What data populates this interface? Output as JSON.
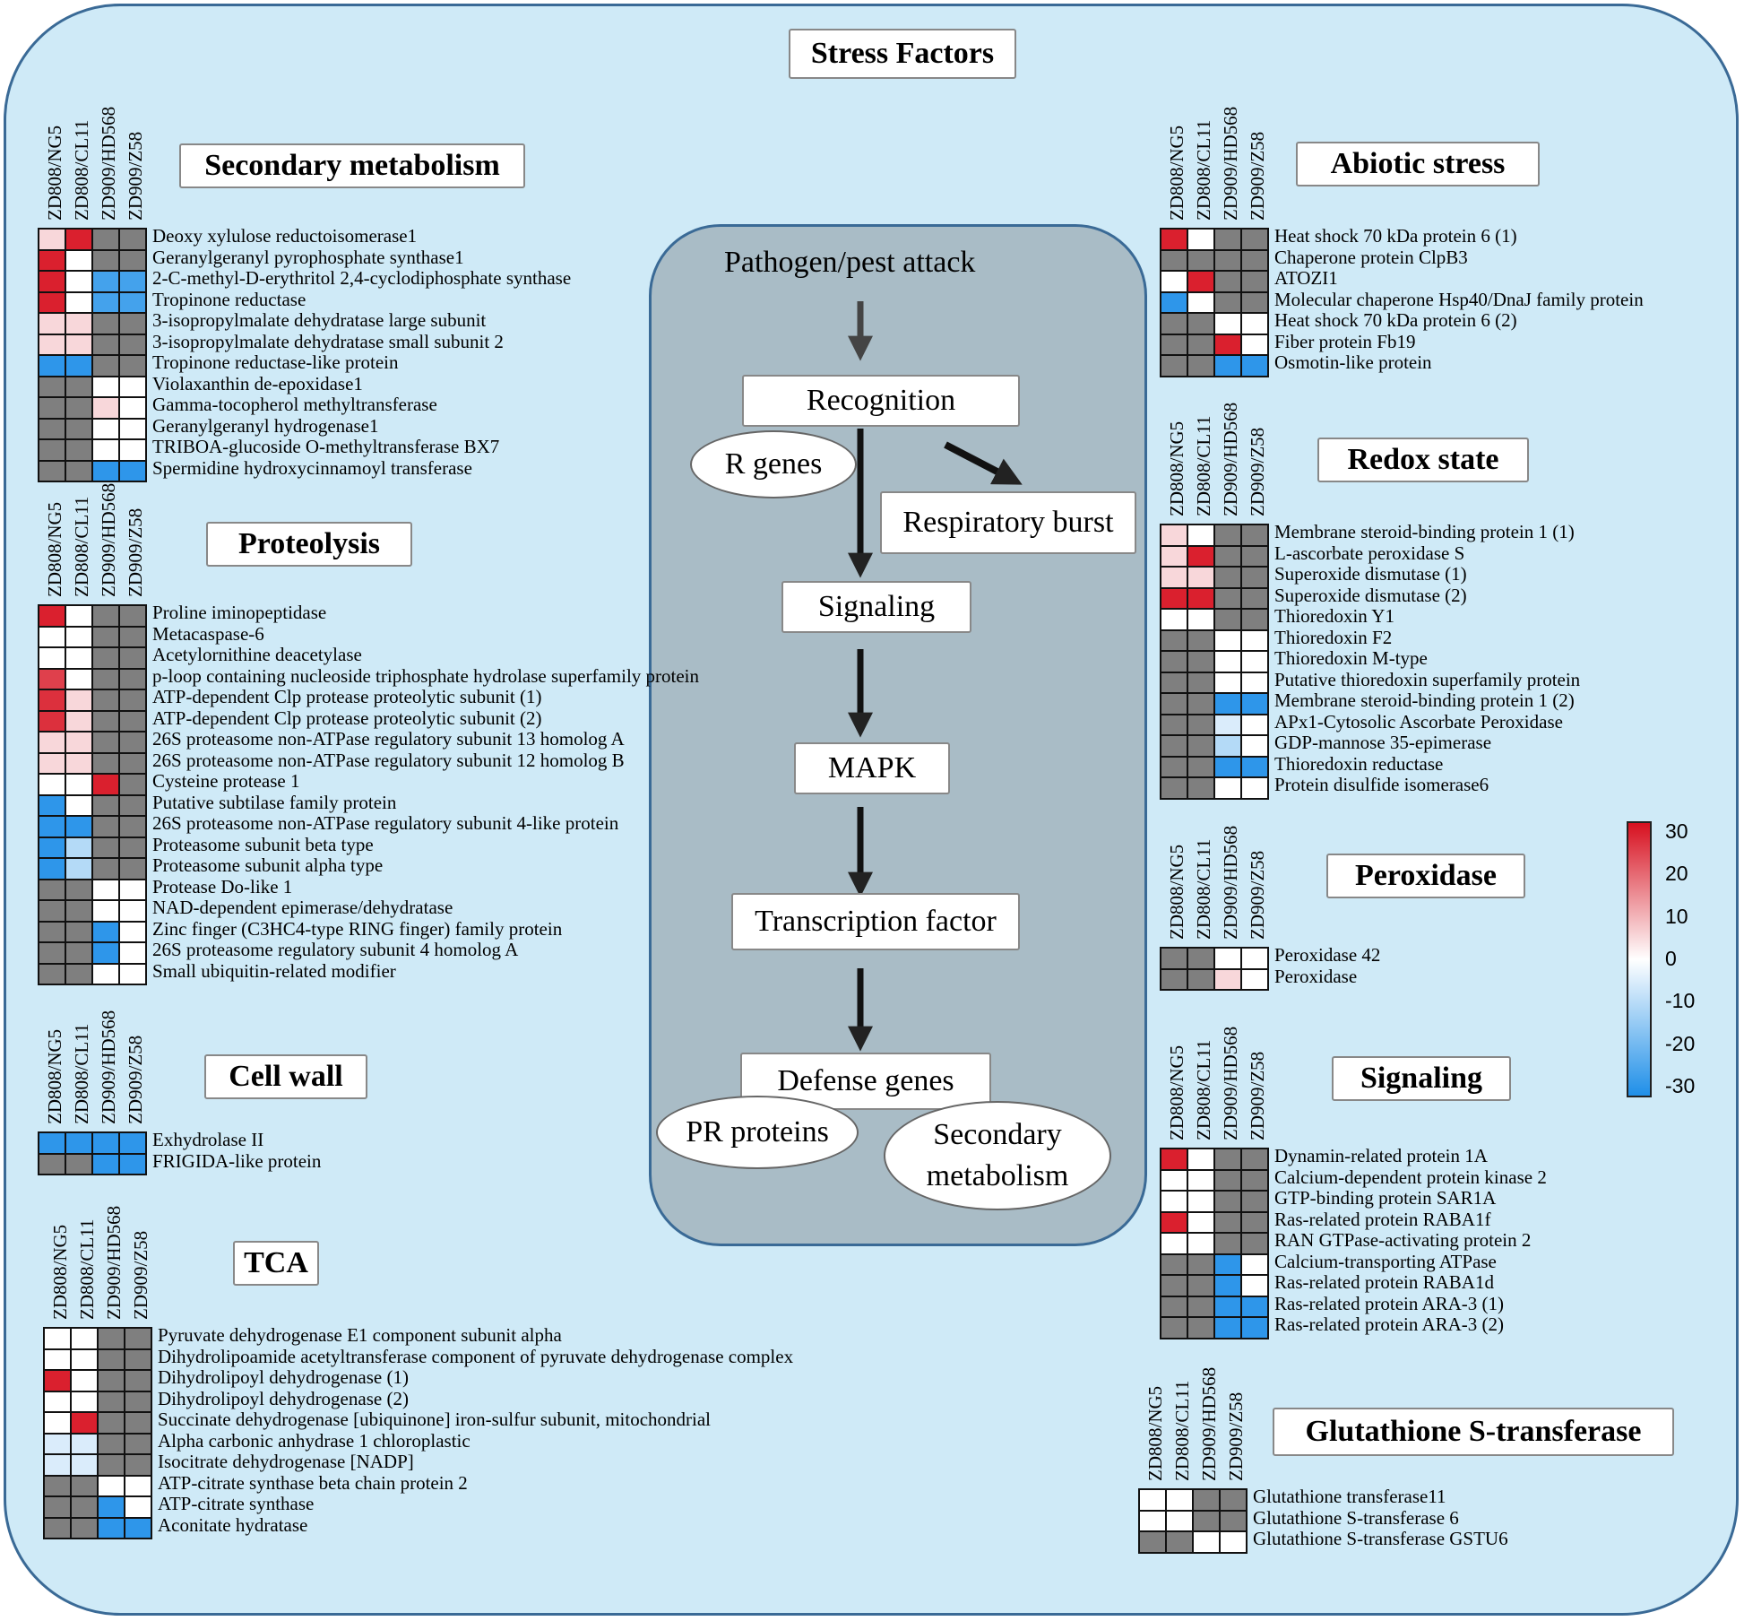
{
  "title": "Stress Factors",
  "samples": [
    "ZD808/NG5",
    "ZD808/CL11",
    "ZD909/HD568",
    "ZD909/Z58"
  ],
  "center": {
    "trigger": "Pathogen/pest attack",
    "recognition": "Recognition",
    "r_genes": "R genes",
    "respiratory_burst": "Respiratory burst",
    "signaling": "Signaling",
    "mapk": "MAPK",
    "transcription_factor": "Transcription factor",
    "defense_genes": "Defense genes",
    "pr_proteins": "PR proteins",
    "secondary_metabolism_1": "Secondary",
    "secondary_metabolism_2": "metabolism"
  },
  "legend": {
    "ticks": [
      "30",
      "20",
      "10",
      "0",
      "-10",
      "-20",
      "-30"
    ],
    "max_color": "#d7101f",
    "mid_color": "#ffffff",
    "min_color": "#1f8fe8",
    "na_color": "#7f7f7f"
  },
  "groups": [
    {
      "id": "secondary",
      "title": "Secondary metabolism",
      "genes": [
        "Deoxy xylulose reductoisomerase1",
        "Geranylgeranyl pyrophosphate synthase1",
        "2-C-methyl-D-erythritol 2,4-cyclodiphosphate synthase",
        "Tropinone reductase",
        "3-isopropylmalate dehydratase large subunit",
        "3-isopropylmalate dehydratase small subunit 2",
        "Tropinone reductase-like protein",
        "Violaxanthin de-epoxidase1",
        "Gamma-tocopherol methyltransferase",
        "Geranylgeranyl hydrogenase1",
        "TRIBOA-glucoside O-methyltransferase BX7",
        "Spermidine hydroxycinnamoyl transferase"
      ],
      "values": [
        [
          5,
          28,
          null,
          null
        ],
        [
          28,
          0,
          null,
          null
        ],
        [
          28,
          0,
          -25,
          -25
        ],
        [
          28,
          0,
          -25,
          -25
        ],
        [
          5,
          5,
          null,
          null
        ],
        [
          5,
          5,
          null,
          null
        ],
        [
          -28,
          -28,
          null,
          null
        ],
        [
          null,
          null,
          0,
          0
        ],
        [
          null,
          null,
          5,
          0
        ],
        [
          null,
          null,
          0,
          0
        ],
        [
          null,
          null,
          0,
          0
        ],
        [
          null,
          null,
          -28,
          -28
        ]
      ]
    },
    {
      "id": "proteolysis",
      "title": "Proteolysis",
      "genes": [
        "Proline iminopeptidase",
        "Metacaspase-6",
        "Acetylornithine deacetylase",
        "p-loop containing nucleoside triphosphate hydrolase superfamily protein",
        "ATP-dependent Clp protease proteolytic subunit (1)",
        "ATP-dependent Clp protease proteolytic subunit (2)",
        "26S proteasome non-ATPase regulatory subunit 13 homolog A",
        "26S proteasome non-ATPase regulatory subunit 12 homolog B",
        "Cysteine protease 1",
        "Putative subtilase family protein",
        "26S proteasome non-ATPase regulatory subunit 4-like protein",
        "Proteasome subunit beta type",
        "Proteasome subunit alpha type",
        "Protease Do-like 1",
        "NAD-dependent epimerase/dehydratase",
        "Zinc finger (C3HC4-type RING finger) family protein",
        "26S proteasome regulatory subunit 4 homolog A",
        "Small ubiquitin-related modifier"
      ],
      "values": [
        [
          28,
          0,
          null,
          null
        ],
        [
          0,
          0,
          null,
          null
        ],
        [
          0,
          0,
          null,
          null
        ],
        [
          24,
          0,
          null,
          null
        ],
        [
          26,
          5,
          null,
          null
        ],
        [
          26,
          5,
          null,
          null
        ],
        [
          5,
          5,
          null,
          null
        ],
        [
          5,
          5,
          null,
          null
        ],
        [
          0,
          0,
          28,
          null
        ],
        [
          -28,
          0,
          null,
          null
        ],
        [
          -28,
          -28,
          null,
          null
        ],
        [
          -28,
          -10,
          null,
          null
        ],
        [
          -28,
          -10,
          null,
          null
        ],
        [
          null,
          null,
          0,
          0
        ],
        [
          null,
          null,
          0,
          0
        ],
        [
          null,
          null,
          -28,
          0
        ],
        [
          null,
          null,
          -28,
          0
        ],
        [
          null,
          null,
          0,
          0
        ]
      ]
    },
    {
      "id": "cellwall",
      "title": "Cell wall",
      "genes": [
        "Exhydrolase II",
        "FRIGIDA-like protein"
      ],
      "values": [
        [
          -28,
          -28,
          -28,
          -28
        ],
        [
          null,
          null,
          -28,
          -28
        ]
      ]
    },
    {
      "id": "tca",
      "title": "TCA",
      "genes": [
        "Pyruvate dehydrogenase E1 component subunit alpha",
        "Dihydrolipoamide acetyltransferase component of pyruvate dehydrogenase complex",
        "Dihydrolipoyl dehydrogenase (1)",
        "Dihydrolipoyl dehydrogenase (2)",
        "Succinate dehydrogenase [ubiquinone] iron-sulfur subunit, mitochondrial",
        "Alpha carbonic anhydrase 1 chloroplastic",
        "Isocitrate dehydrogenase [NADP]",
        "ATP-citrate synthase beta chain protein 2",
        "ATP-citrate synthase",
        "Aconitate hydratase"
      ],
      "values": [
        [
          0,
          0,
          null,
          null
        ],
        [
          0,
          0,
          null,
          null
        ],
        [
          28,
          0,
          null,
          null
        ],
        [
          0,
          0,
          null,
          null
        ],
        [
          0,
          28,
          null,
          null
        ],
        [
          -5,
          -5,
          null,
          null
        ],
        [
          -5,
          -5,
          null,
          null
        ],
        [
          null,
          null,
          0,
          0
        ],
        [
          null,
          null,
          -28,
          0
        ],
        [
          null,
          null,
          -28,
          -28
        ]
      ]
    },
    {
      "id": "abiotic",
      "title": "Abiotic stress",
      "genes": [
        "Heat shock 70 kDa protein 6 (1)",
        "Chaperone protein ClpB3",
        "ATOZI1",
        "Molecular chaperone Hsp40/DnaJ family protein",
        "Heat shock 70 kDa protein 6 (2)",
        "Fiber protein Fb19",
        "Osmotin-like protein"
      ],
      "values": [
        [
          28,
          0,
          null,
          null
        ],
        [
          null,
          null,
          null,
          null
        ],
        [
          0,
          28,
          null,
          null
        ],
        [
          -28,
          0,
          null,
          null
        ],
        [
          null,
          null,
          0,
          0
        ],
        [
          null,
          null,
          28,
          0
        ],
        [
          null,
          null,
          -28,
          -28
        ]
      ]
    },
    {
      "id": "redox",
      "title": "Redox state",
      "genes": [
        "Membrane steroid-binding protein 1 (1)",
        "L-ascorbate peroxidase S",
        "Superoxide dismutase (1)",
        "Superoxide dismutase (2)",
        "Thioredoxin Y1",
        "Thioredoxin F2",
        "Thioredoxin M-type",
        "Putative thioredoxin superfamily protein",
        "Membrane steroid-binding protein 1 (2)",
        "APx1-Cytosolic Ascorbate Peroxidase",
        "GDP-mannose 35-epimerase",
        "Thioredoxin reductase",
        "Protein disulfide isomerase6"
      ],
      "values": [
        [
          5,
          0,
          null,
          null
        ],
        [
          5,
          28,
          null,
          null
        ],
        [
          5,
          5,
          null,
          null
        ],
        [
          28,
          28,
          null,
          null
        ],
        [
          0,
          0,
          null,
          null
        ],
        [
          null,
          null,
          0,
          0
        ],
        [
          null,
          null,
          0,
          0
        ],
        [
          null,
          null,
          0,
          0
        ],
        [
          null,
          null,
          -28,
          -28
        ],
        [
          null,
          null,
          -5,
          0
        ],
        [
          null,
          null,
          -10,
          0
        ],
        [
          null,
          null,
          -28,
          -28
        ],
        [
          null,
          null,
          0,
          0
        ]
      ]
    },
    {
      "id": "peroxidase",
      "title": "Peroxidase",
      "genes": [
        "Peroxidase 42",
        "Peroxidase"
      ],
      "values": [
        [
          null,
          null,
          0,
          0
        ],
        [
          null,
          null,
          5,
          0
        ]
      ]
    },
    {
      "id": "signaling",
      "title": "Signaling",
      "genes": [
        "Dynamin-related protein 1A",
        "Calcium-dependent protein kinase 2",
        "GTP-binding protein SAR1A",
        "Ras-related protein RABA1f",
        "RAN GTPase-activating protein 2",
        "Calcium-transporting ATPase",
        "Ras-related protein RABA1d",
        "Ras-related protein ARA-3 (1)",
        "Ras-related protein ARA-3 (2)"
      ],
      "values": [
        [
          28,
          0,
          null,
          null
        ],
        [
          0,
          0,
          null,
          null
        ],
        [
          0,
          0,
          null,
          null
        ],
        [
          28,
          0,
          null,
          null
        ],
        [
          0,
          0,
          null,
          null
        ],
        [
          null,
          null,
          -28,
          0
        ],
        [
          null,
          null,
          -28,
          0
        ],
        [
          null,
          null,
          -28,
          -28
        ],
        [
          null,
          null,
          -28,
          -28
        ]
      ]
    },
    {
      "id": "gst",
      "title": "Glutathione S-transferase",
      "genes": [
        "Glutathione transferase11",
        "Glutathione S-transferase 6",
        "Glutathione S-transferase GSTU6"
      ],
      "values": [
        [
          0,
          0,
          null,
          null
        ],
        [
          0,
          0,
          null,
          null
        ],
        [
          null,
          null,
          0,
          0
        ]
      ]
    }
  ]
}
